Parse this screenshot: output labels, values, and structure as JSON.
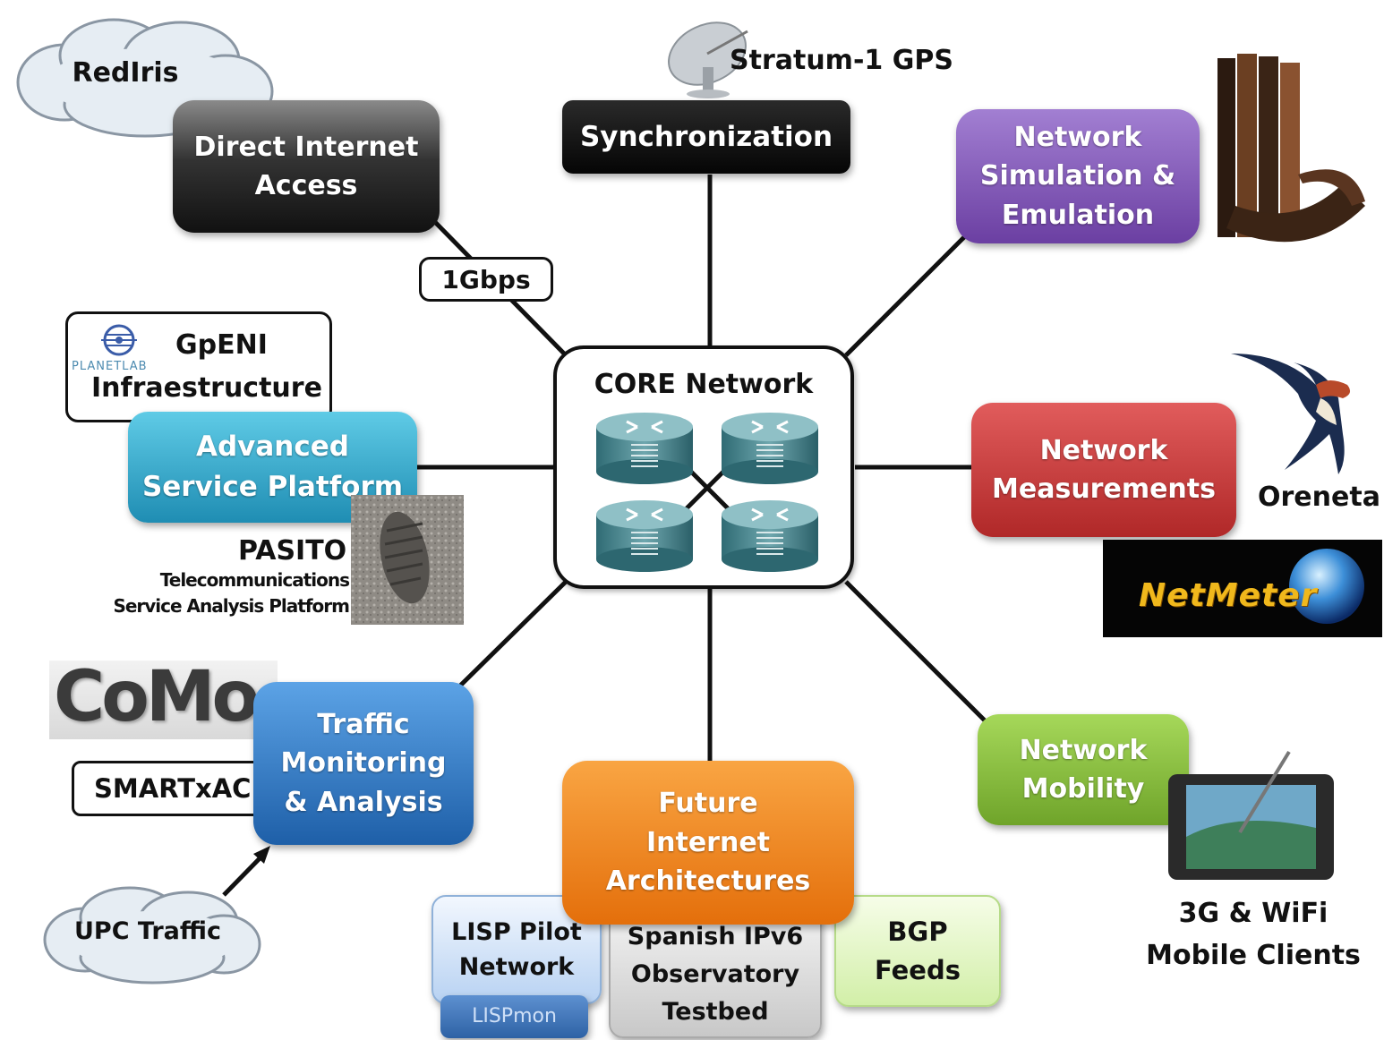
{
  "center": {
    "title": "CORE Network"
  },
  "nodes": {
    "synchronization": "Synchronization",
    "direct_internet": "Direct Internet\nAccess",
    "network_simulation": "Network\nSimulation &\nEmulation",
    "advanced_service": "Advanced\nService Platform",
    "network_measurements": "Network\nMeasurements",
    "traffic_monitoring": "Traffic\nMonitoring\n& Analysis",
    "network_mobility": "Network\nMobility",
    "future_internet": "Future\nInternet\nArchitectures"
  },
  "sub_boxes": {
    "lisp_pilot": "LISP Pilot\nNetwork",
    "lispmon": "LISPmon",
    "spanish_ipv6": "Spanish IPv6\nObservatory\nTestbed",
    "bgp_feeds": "BGP\nFeeds"
  },
  "labels": {
    "stratum": "Stratum-1 GPS",
    "rediris": "RedIris",
    "gbps": "1Gbps",
    "gpeni": "GpENI",
    "planetlab": "PLANETLAB",
    "infraestructure": "Infraestructure",
    "pasito": "PASITO",
    "pasito_sub": "Telecommunications\nService Analysis Platform",
    "oreneta": "Oreneta",
    "netmeter": "NetMeter",
    "como": "CoMo",
    "smartxac": "SMARTxAC",
    "upc_traffic": "UPC Traffic",
    "mobile_clients": "3G & WiFi\nMobile Clients"
  },
  "colors": {
    "synchronization": "#0a0a0a",
    "direct_internet": "#2a2a2a",
    "network_simulation": "#7b4fb0",
    "advanced_service": "#2fa3c6",
    "network_measurements": "#c93a3a",
    "traffic_monitoring": "#2f73c2",
    "network_mobility": "#86be3c",
    "future_internet": "#ef7f1a",
    "lisp_pilot": "#d6e6fa",
    "lispmon": "#4a7fc0",
    "spanish_ipv6": "#dcdcdc",
    "bgp_feeds": "#e6f7c6"
  }
}
